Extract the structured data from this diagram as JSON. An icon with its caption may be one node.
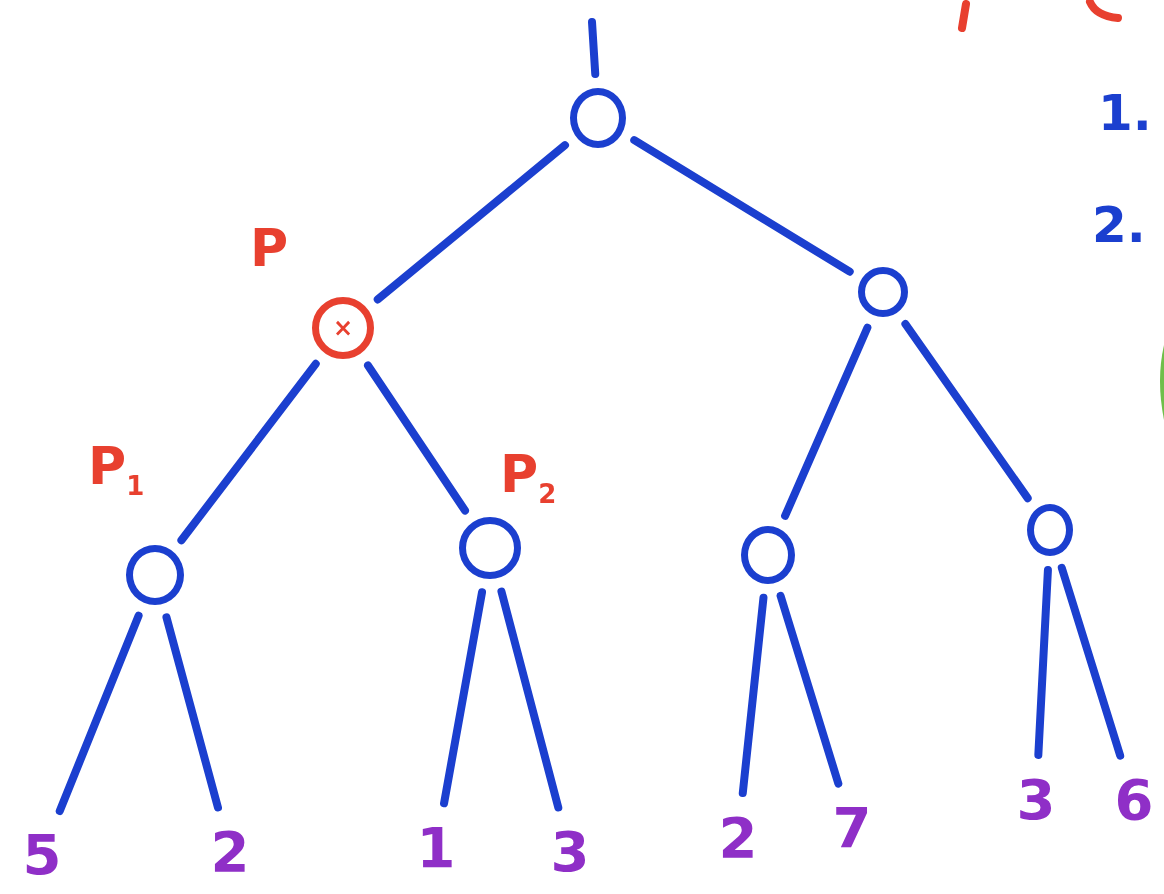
{
  "diagram": {
    "nodes": [
      {
        "text": [],
        "shape": "circle"
      },
      {
        "text": [
          "×"
        ],
        "beside": [
          "P"
        ]
      },
      {
        "text": [],
        "shape": "circle"
      },
      {
        "text": [],
        "shape": "circle",
        "beside": [
          "P$_{1}$"
        ]
      },
      {
        "text": [],
        "shape": "circle",
        "beside": [
          "P$_{2}$"
        ]
      },
      {
        "text": [],
        "shape": "circle"
      },
      {
        "text": [],
        "shape": "circle"
      },
      {
        "text": [
          "5"
        ]
      },
      {
        "text": [
          "2"
        ]
      },
      {
        "text": [
          "1"
        ]
      },
      {
        "text": [
          "3"
        ]
      },
      {
        "text": [
          "2"
        ]
      },
      {
        "text": [
          "7"
        ]
      },
      {
        "text": [
          "3"
        ]
      },
      {
        "text": [
          "6"
        ]
      }
    ],
    "edges": [
      {
        "from": null,
        "to": 0,
        "arrow": "none"
      },
      {
        "from": 0,
        "to": 1,
        "arrow": "none"
      },
      {
        "from": 0,
        "to": 2,
        "arrow": "none"
      },
      {
        "from": 1,
        "to": 3,
        "arrow": "none"
      },
      {
        "from": 1,
        "to": 4,
        "arrow": "none"
      },
      {
        "from": 2,
        "to": 5,
        "arrow": "none"
      },
      {
        "from": 2,
        "to": 6,
        "arrow": "none"
      },
      {
        "from": 3,
        "to": 7,
        "arrow": "none"
      },
      {
        "from": 3,
        "to": 8,
        "arrow": "none"
      },
      {
        "from": 4,
        "to": 9,
        "arrow": "none"
      },
      {
        "from": 4,
        "to": 10,
        "arrow": "none"
      },
      {
        "from": 5,
        "to": 11,
        "arrow": "none"
      },
      {
        "from": 5,
        "to": 12,
        "arrow": "none"
      },
      {
        "from": 6,
        "to": 13,
        "arrow": "none"
      },
      {
        "from": 6,
        "to": 14,
        "arrow": "none"
      }
    ],
    "labels": [
      "1.",
      "2."
    ]
  }
}
